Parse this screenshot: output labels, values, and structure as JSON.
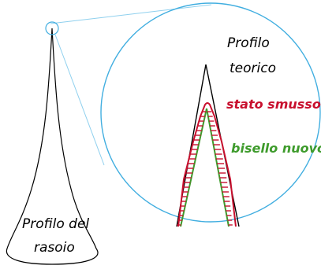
{
  "labels": {
    "theoretical_line1": "Profilo",
    "theoretical_line2": "teorico",
    "dull_state": "stato smusso",
    "new_bevel": "bisello nuovo",
    "razor_line1": "Profilo del",
    "razor_line2": "rasoio"
  },
  "colors": {
    "background": "#ffffff",
    "outline": "#000000",
    "circle": "#41aee0",
    "connector": "#8fd0ee",
    "dull": "#c8102e",
    "bevel": "#3e9b2c"
  }
}
